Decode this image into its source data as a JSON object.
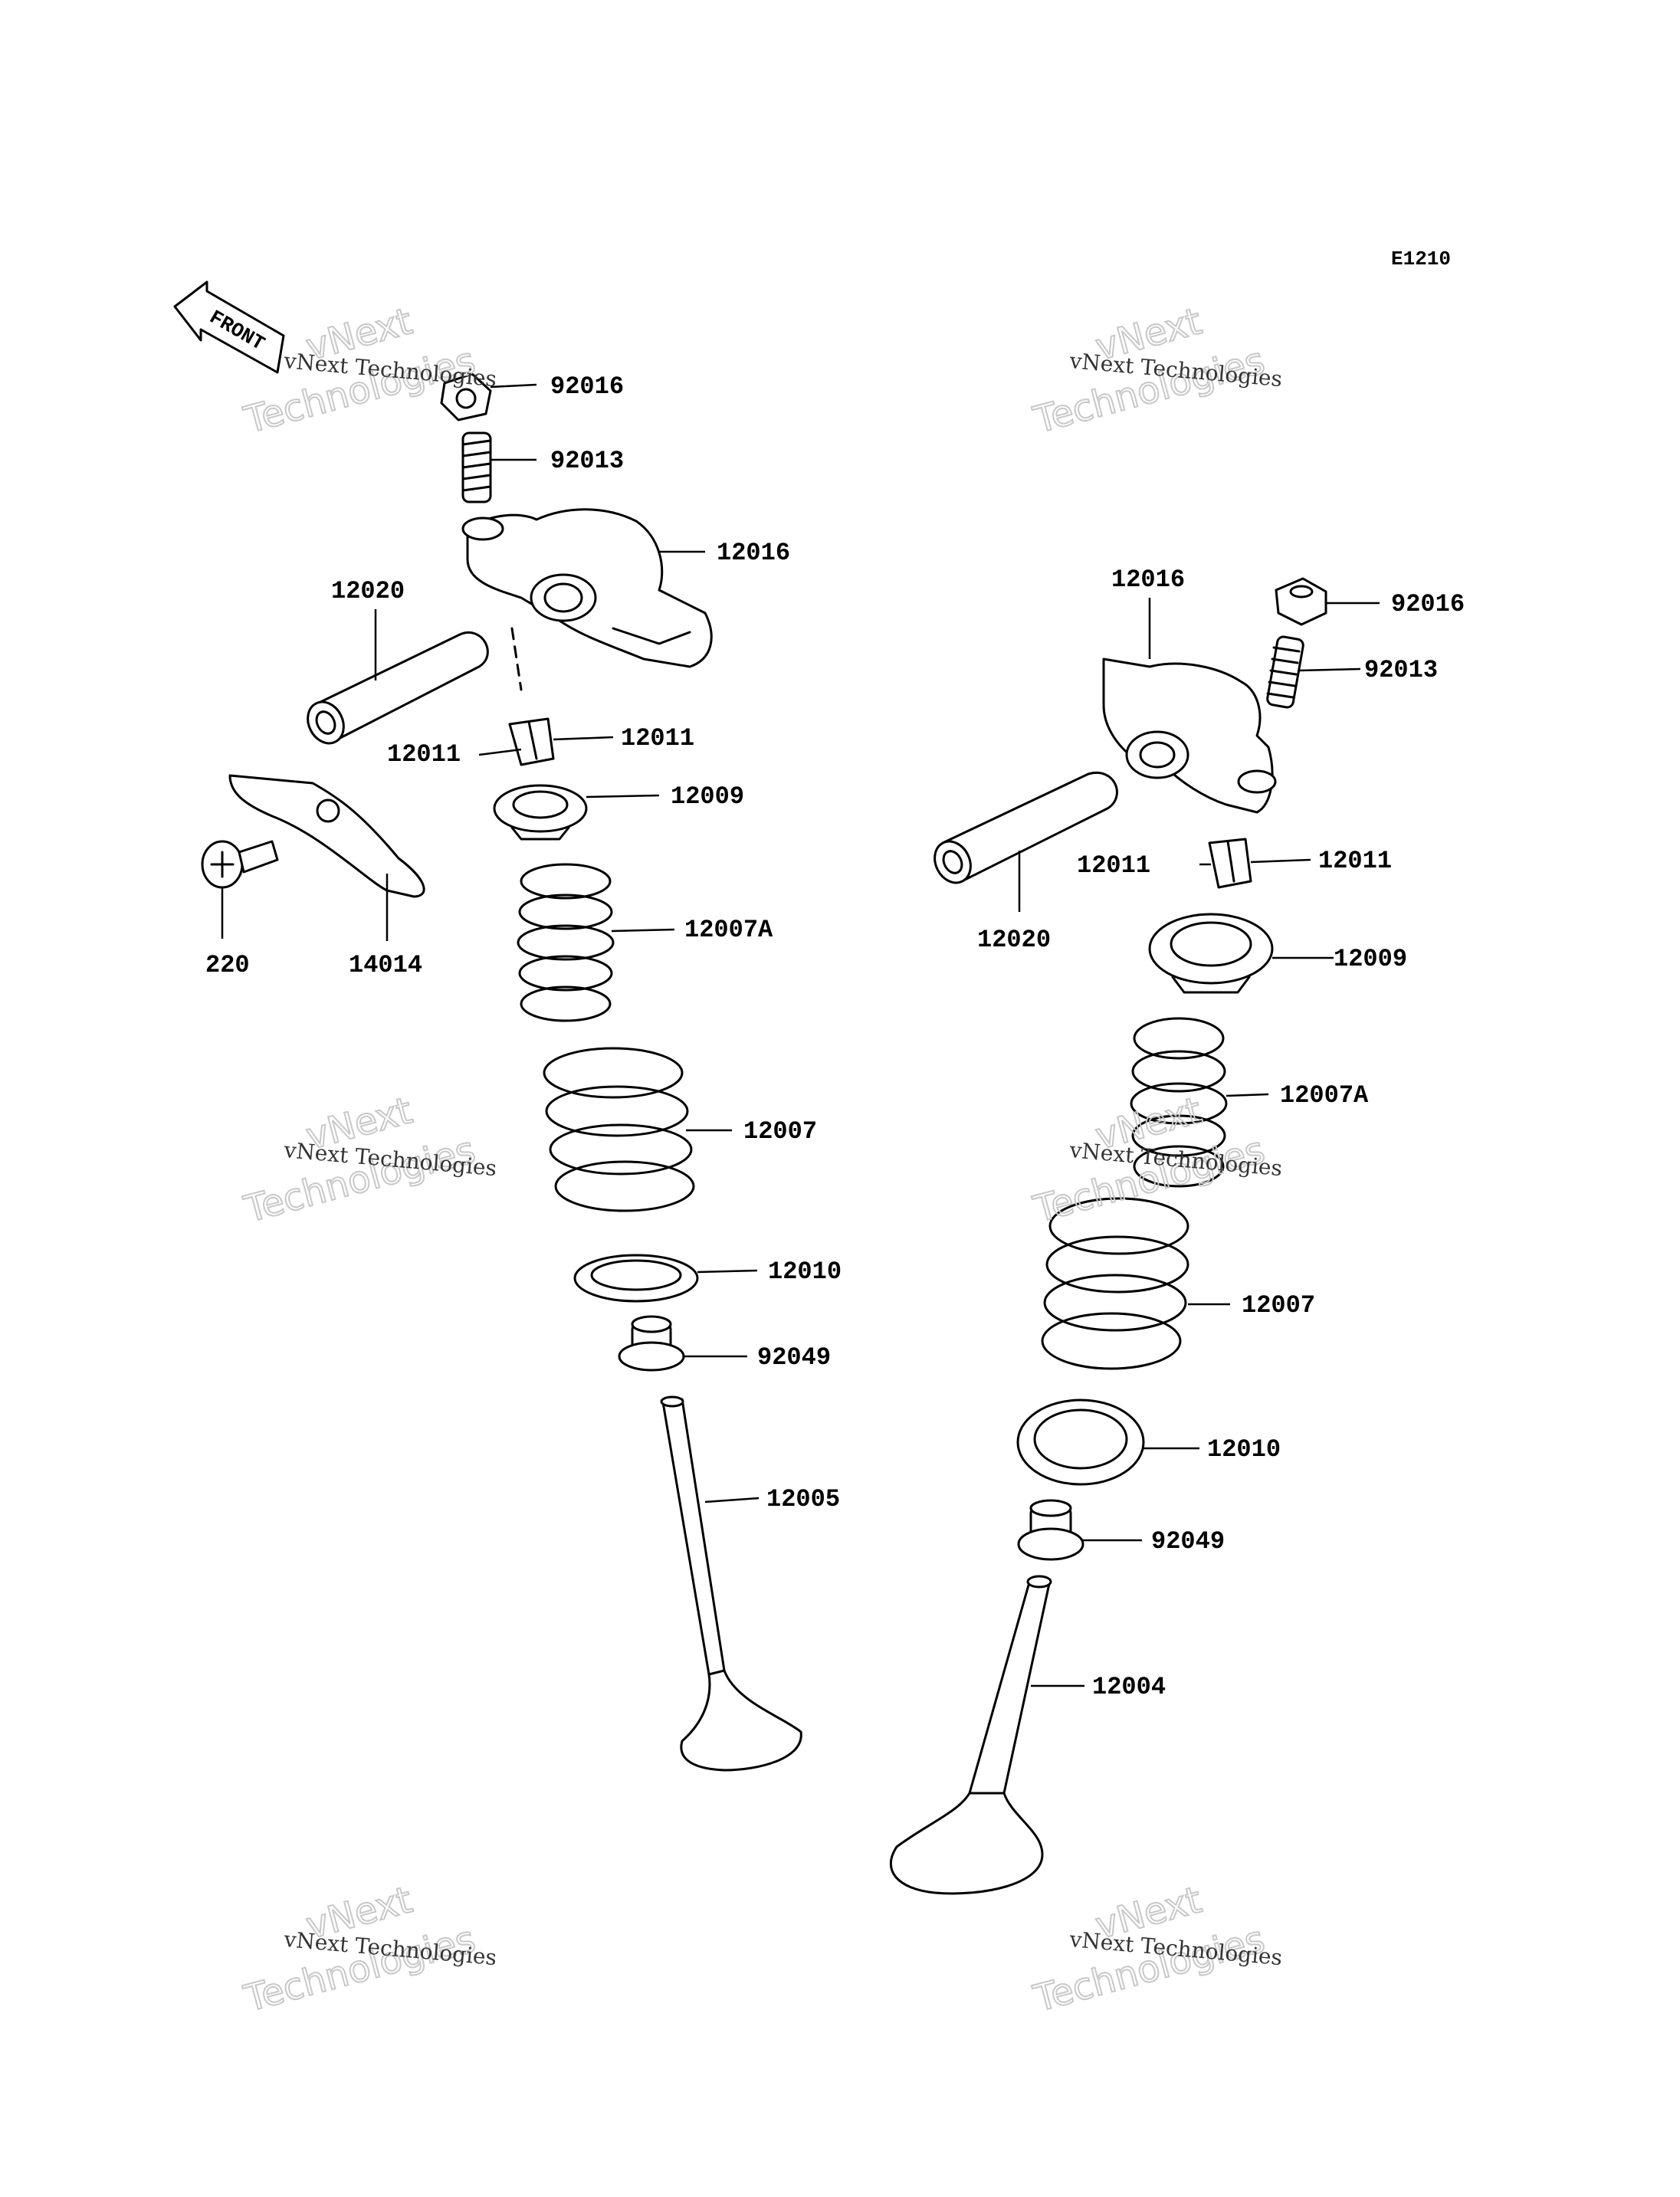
{
  "diagram": {
    "ref_code": "E1210",
    "front_label": "FRONT",
    "watermark_small": "vNext Technologies",
    "watermark_big_1": "vNext",
    "watermark_big_2": "Technologies",
    "left_assembly": {
      "nut": "92016",
      "adjust_screw": "92013",
      "rocker_arm": "12016",
      "rocker_shaft": "12020",
      "cotter_right": "12011",
      "cotter_left": "12011",
      "retainer": "12009",
      "inner_spring": "12007A",
      "outer_spring": "12007",
      "spring_seat": "12010",
      "stem_seal": "92049",
      "valve": "12005",
      "screw": "220",
      "plate": "14014"
    },
    "right_assembly": {
      "rocker_arm": "12016",
      "nut": "92016",
      "adjust_screw": "92013",
      "cotter_left": "12011",
      "cotter_right": "12011",
      "rocker_shaft": "12020",
      "retainer": "12009",
      "inner_spring": "12007A",
      "outer_spring": "12007",
      "spring_seat": "12010",
      "stem_seal": "92049",
      "valve": "12004"
    }
  }
}
